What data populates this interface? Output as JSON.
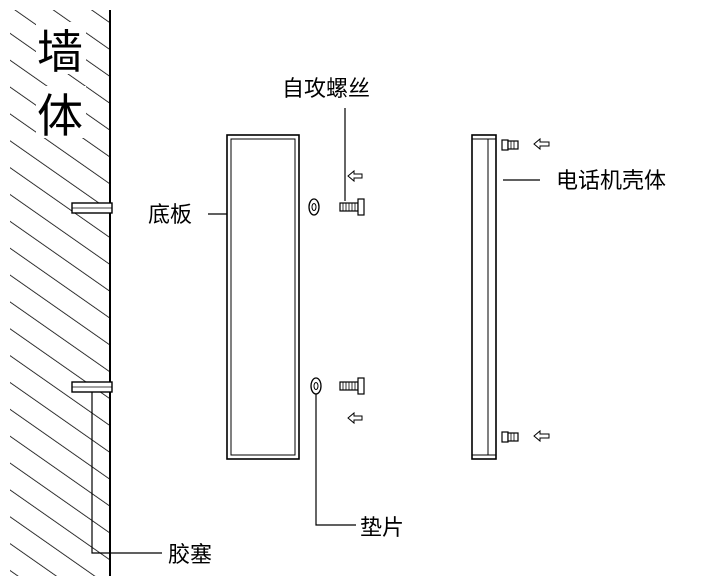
{
  "labels": {
    "wall": "墙体",
    "self_tapping_screw": "自攻螺丝",
    "base_plate": "底板",
    "phone_housing": "电话机壳体",
    "washer": "垫片",
    "anchor": "胶塞"
  }
}
